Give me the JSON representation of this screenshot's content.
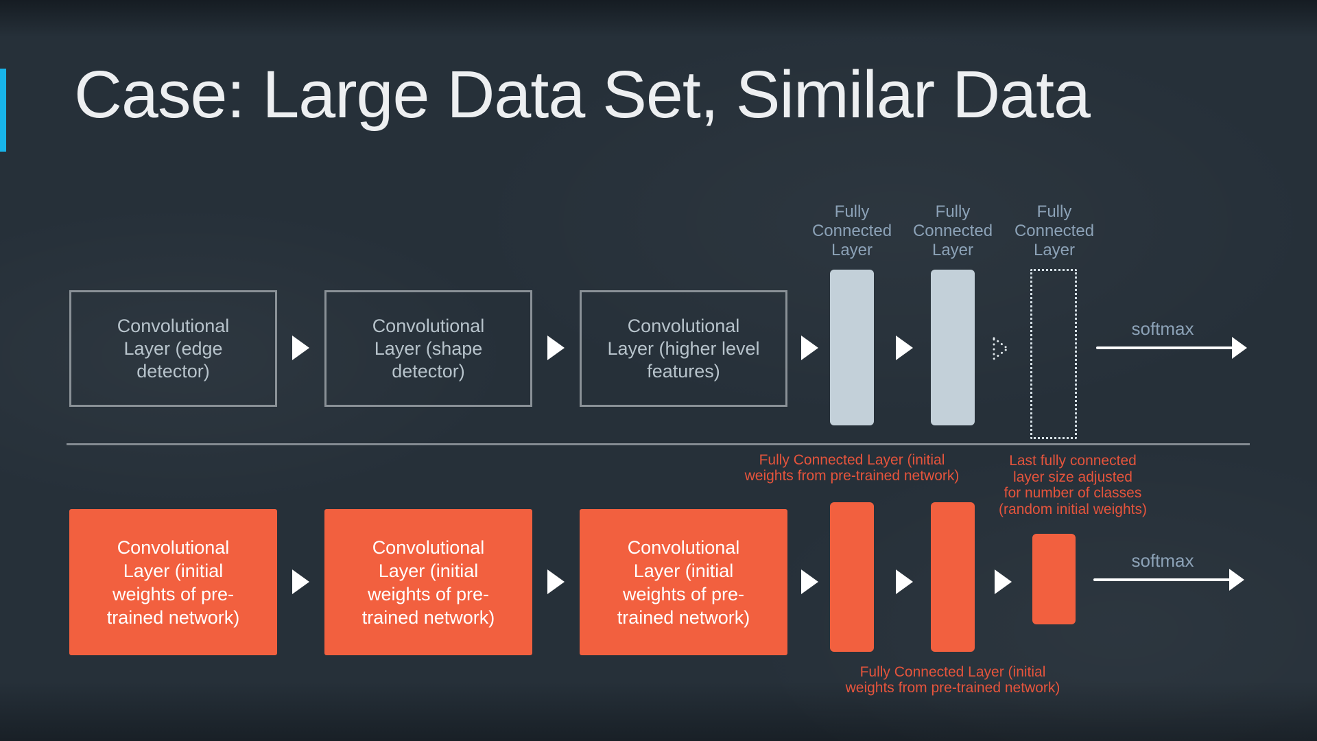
{
  "slide": {
    "title": "Case: Large Data Set, Similar Data"
  },
  "colors": {
    "background": "#263039",
    "accent_cyan": "#18b4e9",
    "conv_orange": "#f2603f",
    "annotation_red": "#e5543c",
    "fc_bar_light": "#c3d0d9",
    "label_slate_blue": "#8ca2b7",
    "box_border_gray": "#8a9197",
    "box_text_gray": "#b7c3cb",
    "divider_gray": "#848b92",
    "title_white": "#edeff1",
    "arrow_white": "#ffffff"
  },
  "pretrained_row": {
    "boxes": [
      {
        "label": "Convolutional Layer (edge detector)"
      },
      {
        "label": "Convolutional Layer (shape detector)"
      },
      {
        "label": "Convolutional Layer (higher level features)"
      }
    ],
    "fc_layer_labels": [
      "Fully Connected Layer",
      "Fully Connected Layer",
      "Fully Connected Layer"
    ],
    "softmax_label": "softmax"
  },
  "transfer_row": {
    "boxes": [
      {
        "label": "Convolutional Layer (initial weights of pre-trained network)"
      },
      {
        "label": "Convolutional Layer (initial weights of pre-trained network)"
      },
      {
        "label": "Convolutional Layer (initial weights of pre-trained network)"
      }
    ],
    "softmax_label": "softmax"
  },
  "annotations": {
    "fc_initial_top_lines": [
      "Fully Connected Layer (initial",
      "weights from pre-trained network)"
    ],
    "last_fc_lines": [
      "Last fully connected",
      "layer size adjusted",
      "for number of classes",
      "(random initial weights)"
    ],
    "fc_initial_bottom_lines": [
      "Fully Connected Layer (initial",
      "weights from pre-trained network)"
    ]
  }
}
